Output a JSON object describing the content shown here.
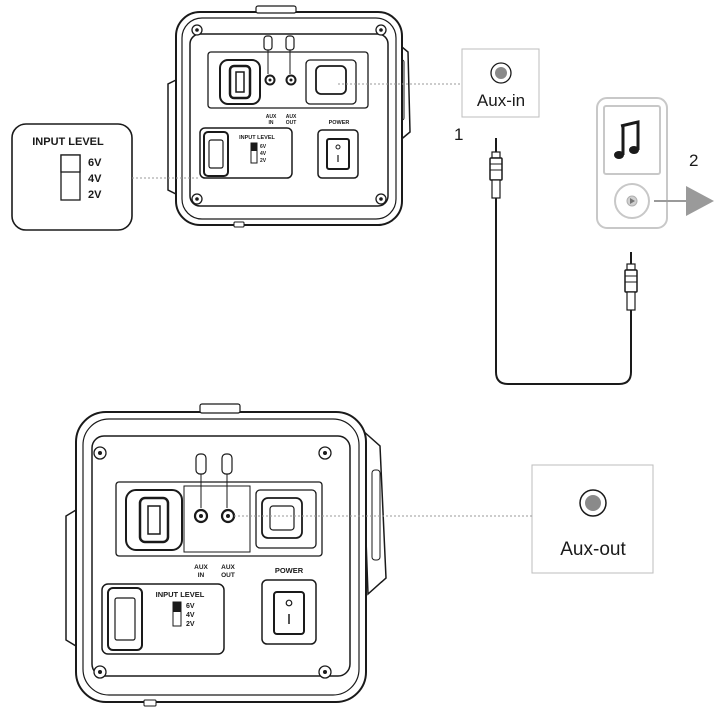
{
  "callouts": {
    "input_level": {
      "title": "INPUT LEVEL",
      "options": [
        "6V",
        "4V",
        "2V"
      ]
    },
    "aux_in": {
      "label": "Aux-in"
    },
    "aux_out": {
      "label": "Aux-out"
    }
  },
  "steps": {
    "one": "1",
    "two": "2"
  },
  "panel_labels": {
    "input_level": "INPUT LEVEL",
    "levels": [
      "6V",
      "4V",
      "2V"
    ],
    "aux_in": [
      "AUX",
      "IN"
    ],
    "aux_out": [
      "AUX",
      "OUT"
    ],
    "power": "POWER"
  },
  "player": {
    "icon": "music-note-icon",
    "button_icon": "play-icon",
    "arrow_icon": "arrow-right-icon"
  },
  "colors": {
    "line": "#1a1a1a",
    "callout_border": "#bdbdbd",
    "player_outline": "#c8c8c8",
    "arrow": "#9a9a9a"
  }
}
